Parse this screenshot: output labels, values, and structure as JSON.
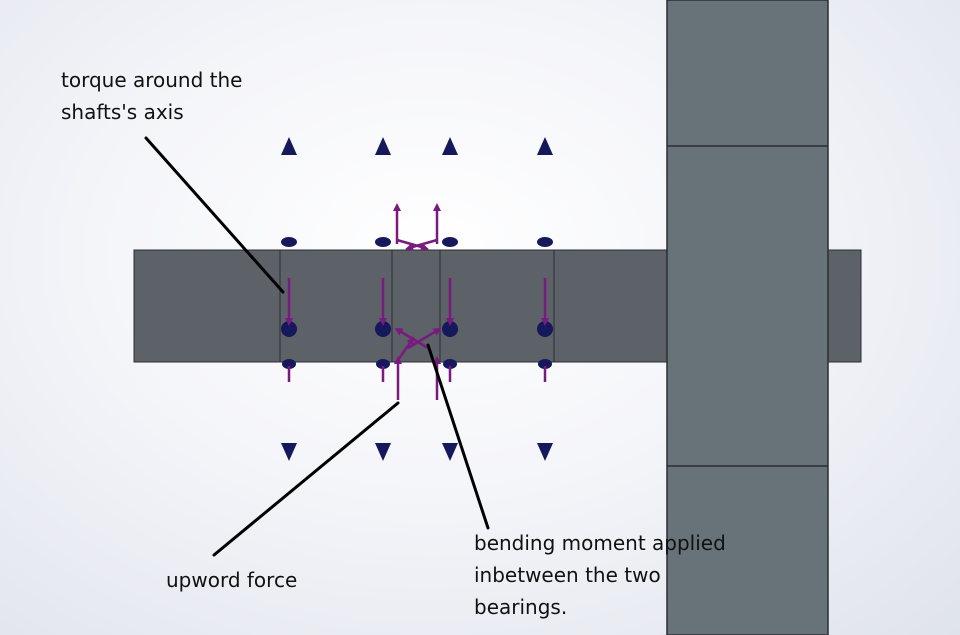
{
  "annotations": {
    "torque": "torque around the\nshafts's axis",
    "upward_force": "upword force",
    "bending_moment": "bending moment applied\ninbetween the two\nbearings."
  },
  "colors": {
    "shaft": "#5d6168",
    "housing": "#677378",
    "arrow": "#7a1a7e",
    "fixture": "#15185a",
    "leader": "#000000"
  }
}
